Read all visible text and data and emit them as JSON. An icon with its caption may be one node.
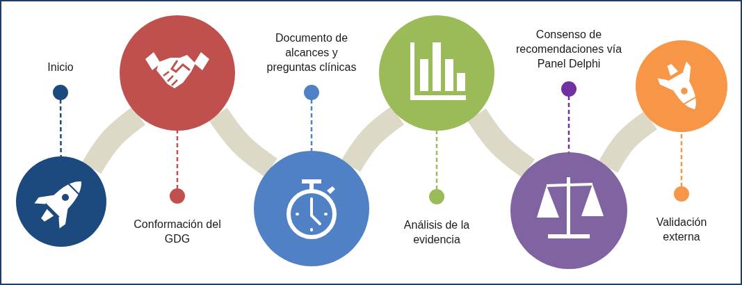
{
  "diagram": {
    "nodes": [
      {
        "text": [],
        "shape": "circle"
      },
      {
        "text": [
          "Inicio"
        ]
      },
      {
        "text": [],
        "shape": "circle"
      },
      {
        "text": [
          "Conformación del GDG"
        ]
      },
      {
        "text": [],
        "shape": "circle"
      },
      {
        "text": [
          "Documento de alcances y preguntas clínicas"
        ]
      },
      {
        "text": [],
        "shape": "circle"
      },
      {
        "text": [
          "Análisis de la evidencia"
        ]
      },
      {
        "text": [],
        "shape": "circle"
      },
      {
        "text": [
          "Consenso de recomendaciones vía Panel Delphi"
        ]
      },
      {
        "text": [],
        "shape": "circle"
      },
      {
        "text": [
          "Validación externa"
        ]
      }
    ],
    "edges": [
      {
        "from": 1,
        "to": 0,
        "arrow": "other",
        "style": "dashed",
        "color": "#1d4a7e"
      },
      {
        "from": 3,
        "to": 2,
        "arrow": "other",
        "style": "dashed",
        "color": "#c0504d"
      },
      {
        "from": 5,
        "to": 4,
        "arrow": "other",
        "style": "dashed",
        "color": "#4f81c4"
      },
      {
        "from": 7,
        "to": 6,
        "arrow": "other",
        "style": "dashed",
        "color": "#9bbb59"
      },
      {
        "from": 9,
        "to": 8,
        "arrow": "other",
        "style": "dashed",
        "color": "#7030a0"
      },
      {
        "from": 11,
        "to": 10,
        "arrow": "other",
        "style": "dashed",
        "color": "#f79646"
      },
      {
        "from": 0,
        "to": 2,
        "arrow": "none",
        "style": "thick",
        "color": "#dcdac6"
      },
      {
        "from": 2,
        "to": 4,
        "arrow": "none",
        "style": "thick",
        "color": "#dcdac6"
      },
      {
        "from": 4,
        "to": 6,
        "arrow": "none",
        "style": "thick",
        "color": "#dcdac6"
      },
      {
        "from": 6,
        "to": 8,
        "arrow": "none",
        "style": "thick",
        "color": "#dcdac6"
      },
      {
        "from": 8,
        "to": 10,
        "arrow": "none",
        "style": "thick",
        "color": "#dcdac6"
      }
    ]
  }
}
